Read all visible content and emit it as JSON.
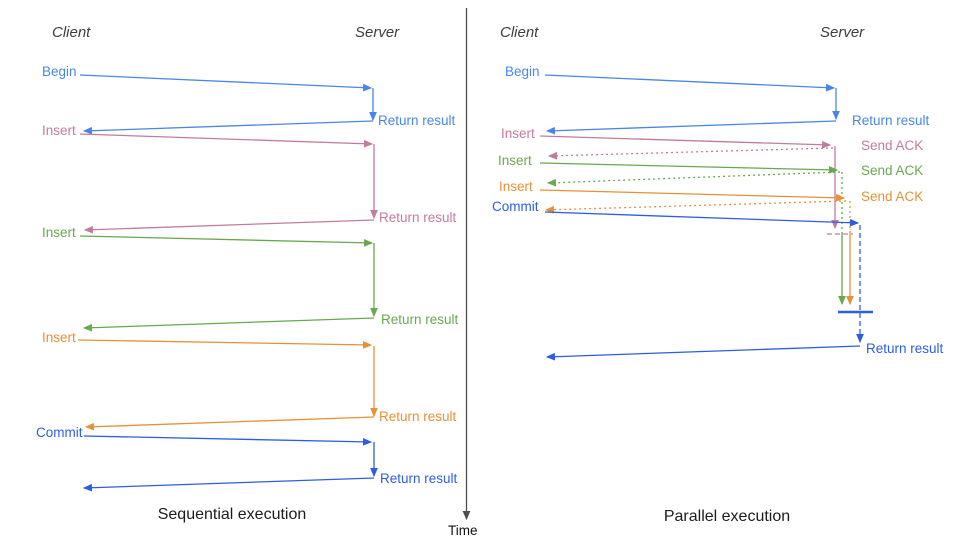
{
  "colors": {
    "blue": "#4a86e8",
    "pink": "#c27ba0",
    "green": "#6aa84f",
    "orange": "#e69138",
    "royal": "#2d5de8",
    "axis": "#4d4d4d",
    "header": "#3c4043",
    "caption": "#1c1c1c"
  },
  "time_axis": {
    "label": "Time"
  },
  "panels": [
    {
      "id": "sequential",
      "caption": "Sequential execution",
      "client_header": "Client",
      "server_header": "Server",
      "operations": [
        {
          "label": "Begin",
          "color": "blue",
          "response": "Return result"
        },
        {
          "label": "Insert",
          "color": "pink",
          "response": "Return result"
        },
        {
          "label": "Insert",
          "color": "green",
          "response": "Return result"
        },
        {
          "label": "Insert",
          "color": "orange",
          "response": "Return result"
        },
        {
          "label": "Commit",
          "color": "royal",
          "response": "Return result"
        }
      ]
    },
    {
      "id": "parallel",
      "caption": "Parallel execution",
      "client_header": "Client",
      "server_header": "Server",
      "operations": [
        {
          "label": "Begin",
          "color": "blue",
          "response": "Return result"
        },
        {
          "label": "Insert",
          "color": "pink",
          "response": "Send ACK"
        },
        {
          "label": "Insert",
          "color": "green",
          "response": "Send ACK"
        },
        {
          "label": "Insert",
          "color": "orange",
          "response": "Send ACK"
        },
        {
          "label": "Commit",
          "color": "royal",
          "response": "Return result"
        }
      ]
    }
  ]
}
